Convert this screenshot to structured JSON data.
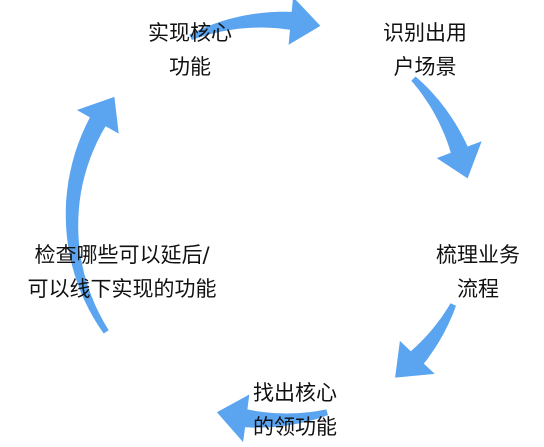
{
  "diagram": {
    "arrow_color": "#5ba4f0",
    "nodes": [
      {
        "id": "implement-core",
        "lines": [
          "实现核心",
          "功能"
        ]
      },
      {
        "id": "identify-scenarios",
        "lines": [
          "识别出用",
          "户场景"
        ]
      },
      {
        "id": "sort-flow",
        "lines": [
          "梳理业务",
          "流程"
        ]
      },
      {
        "id": "find-core",
        "lines": [
          "找出核心",
          "的领功能"
        ]
      },
      {
        "id": "check-postpone",
        "lines": [
          "检查哪些可以延后/",
          "可以线下实现的功能"
        ]
      }
    ],
    "edges": [
      {
        "from": "implement-core",
        "to": "identify-scenarios"
      },
      {
        "from": "identify-scenarios",
        "to": "sort-flow"
      },
      {
        "from": "sort-flow",
        "to": "find-core"
      },
      {
        "from": "find-core",
        "to": "check-postpone"
      },
      {
        "from": "check-postpone",
        "to": "implement-core"
      }
    ]
  }
}
